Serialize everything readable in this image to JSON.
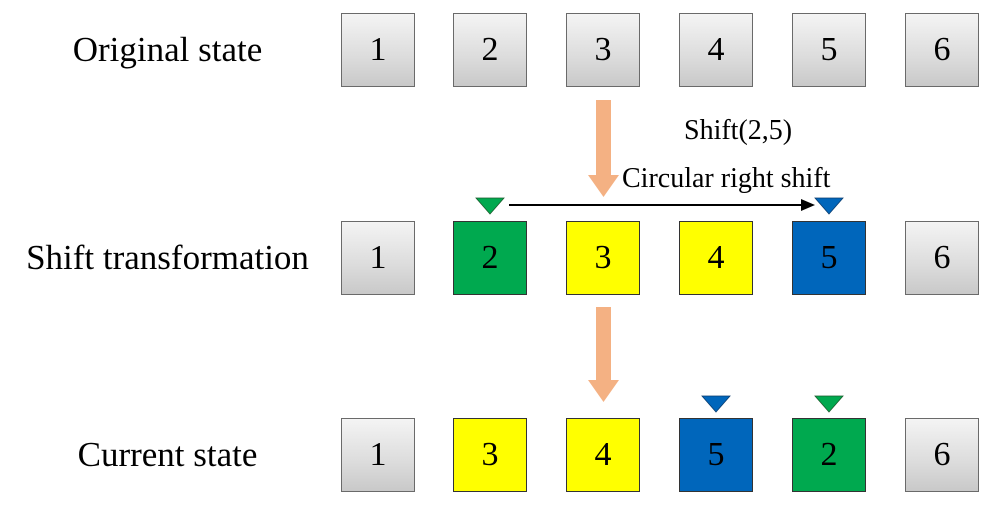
{
  "rows": {
    "original": {
      "label": "Original state",
      "cells": [
        {
          "value": "1",
          "color": "gray"
        },
        {
          "value": "2",
          "color": "gray"
        },
        {
          "value": "3",
          "color": "gray"
        },
        {
          "value": "4",
          "color": "gray"
        },
        {
          "value": "5",
          "color": "gray"
        },
        {
          "value": "6",
          "color": "gray"
        }
      ]
    },
    "shift": {
      "label": "Shift transformation",
      "cells": [
        {
          "value": "1",
          "color": "gray"
        },
        {
          "value": "2",
          "color": "green"
        },
        {
          "value": "3",
          "color": "yellow"
        },
        {
          "value": "4",
          "color": "yellow"
        },
        {
          "value": "5",
          "color": "blue"
        },
        {
          "value": "6",
          "color": "gray"
        }
      ]
    },
    "current": {
      "label": "Current state",
      "cells": [
        {
          "value": "1",
          "color": "gray"
        },
        {
          "value": "3",
          "color": "yellow"
        },
        {
          "value": "4",
          "color": "yellow"
        },
        {
          "value": "5",
          "color": "blue"
        },
        {
          "value": "2",
          "color": "green"
        },
        {
          "value": "6",
          "color": "gray"
        }
      ]
    }
  },
  "annotations": {
    "shift_op": "Shift(2,5)",
    "shift_desc": "Circular right shift"
  },
  "colors": {
    "green": "#00a94f",
    "yellow": "#ffff00",
    "blue": "#0066bb",
    "gray": "#d9d9d9",
    "arrow": "#f4b183",
    "marker_green": "#00a94f",
    "marker_blue": "#0066bb"
  }
}
